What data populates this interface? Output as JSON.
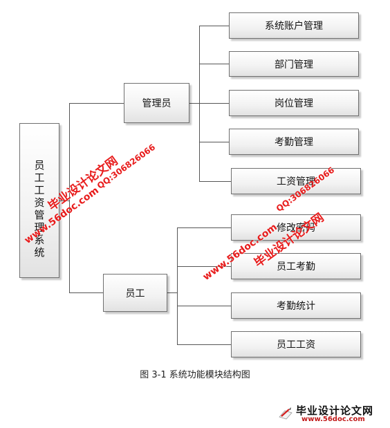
{
  "diagram": {
    "root": "员工工资管理系统",
    "level1": [
      "管理员",
      "员工"
    ],
    "admin_children": [
      "系统账户管理",
      "部门管理",
      "岗位管理",
      "考勤管理",
      "工资管理"
    ],
    "employee_children": [
      "修改密码",
      "员工考勤",
      "考勤统计",
      "员工工资"
    ],
    "caption": "图 3-1 系统功能模块结构图"
  },
  "watermarks": {
    "brand": "毕业设计论文网",
    "url": "www.56doc.com",
    "qq": "QQ:306826066"
  },
  "logo": {
    "title": "毕业设计论文网",
    "url": "www.56doc.com"
  },
  "colors": {
    "watermark": "#e81c1c",
    "line": "#555555",
    "box_border": "#6f6f6f"
  }
}
